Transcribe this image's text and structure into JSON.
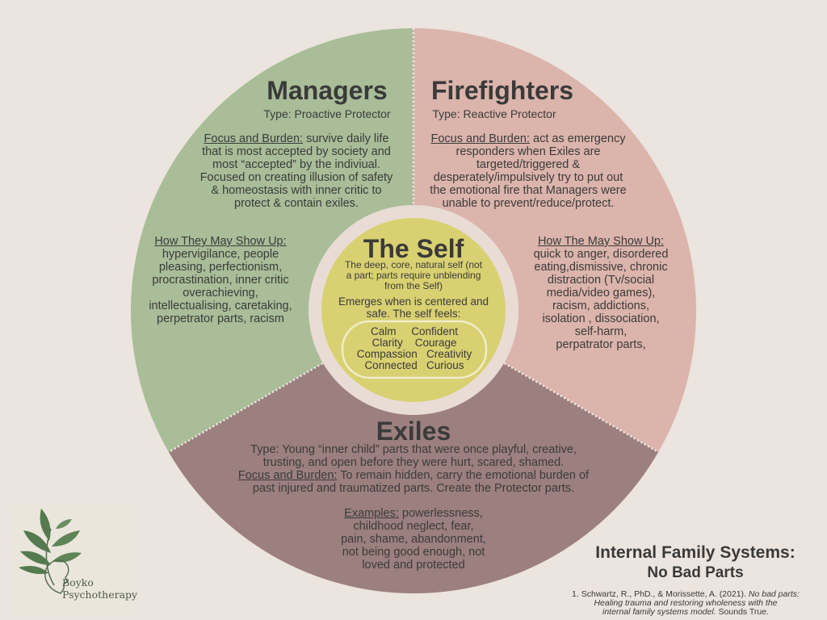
{
  "managers": {
    "title": "Managers",
    "type": "Type:  Proactive Protector",
    "focus_label": "Focus and Burden:",
    "focus_line1": " survive daily life",
    "focus_line2": "that is most accepted by society and",
    "focus_line3": "most “accepted” by the indiviual.",
    "focus_line4": "Focused on creating illusion of safety",
    "focus_line5": "& homeostasis with inner critic to",
    "focus_line6": "protect & contain exiles.",
    "show_label": "How They May Show Up:",
    "show_line1": "hypervigilance, people",
    "show_line2": "pleasing, perfectionism,",
    "show_line3": "procrastination, inner critic",
    "show_line4": "overachieving,",
    "show_line5": "intellectualising, caretaking,",
    "show_line6": "perpetrator parts, racism"
  },
  "firefighters": {
    "title": "Firefighters",
    "type": "Type:  Reactive Protector",
    "focus_label": "Focus and Burden:",
    "focus_line1": "  act as emergency",
    "focus_line2": "responders when Exiles are",
    "focus_line3": "targeted/triggered &",
    "focus_line4": "desperately/impulsively try to put out",
    "focus_line5": "the emotional fire that Managers were",
    "focus_line6": "unable to prevent/reduce/protect.",
    "show_label": "How The May Show Up:",
    "show_line1": "quick to anger, disordered",
    "show_line2": "eating,dismissive, chronic",
    "show_line3": "distraction (Tv/social",
    "show_line4": "media/video games),",
    "show_line5": "racism, addictions,",
    "show_line6": "isolation , dissociation,",
    "show_line7": "self-harm,",
    "show_line8": "perpatrator parts,"
  },
  "exiles": {
    "title": "Exiles",
    "type_line1": "Type: Young “inner child” parts that were once playful, creative,",
    "type_line2": "trusting, and open before they were hurt, scared, shamed.",
    "focus_label": "Focus and Burden:",
    "focus_line1": " To remain hidden, carry the emotional burden of",
    "focus_line2": "past injured and traumatized parts. Create the Protector parts.",
    "examples_label": "Examples:",
    "examples_line1": " powerlessness,",
    "examples_line2": "childhood neglect, fear,",
    "examples_line3": "pain, shame, abandonment,",
    "examples_line4": "not being good enough, not",
    "examples_line5": "loved and protected"
  },
  "self": {
    "title": "The Self",
    "desc_line1": "The deep, core, natural self (not",
    "desc_line2": "a part; parts require unblending",
    "desc_line3": "from the Self)",
    "emerges_line1": "Emerges when is centered and",
    "emerges_line2": "safe. The self feels:",
    "feels": [
      [
        "Calm",
        "Confident"
      ],
      [
        "Clarity",
        "Courage"
      ],
      [
        "Compassion",
        "Creativity"
      ],
      [
        "Connected",
        "Curious"
      ]
    ]
  },
  "footer": {
    "title": "Internal Family Systems:",
    "subtitle": "No Bad Parts",
    "cite_line1": "1. Schwartz, R., PhD., & Morissette, A. (2021). ",
    "cite_italic1": "No bad parts:",
    "cite_line2": "Healing trauma and restoring wholeness with the",
    "cite_line3": "internal family systems model.",
    "cite_end": " Sounds True."
  },
  "logo": {
    "line1": "Boyko",
    "line2": "Psychotherapy"
  },
  "colors": {
    "background": "#ece4de",
    "managers": "#a8bd98",
    "firefighters": "#dbb4ab",
    "exiles": "#9c7f7f",
    "self": "#d9d071",
    "ring": "#e9dcd4"
  }
}
